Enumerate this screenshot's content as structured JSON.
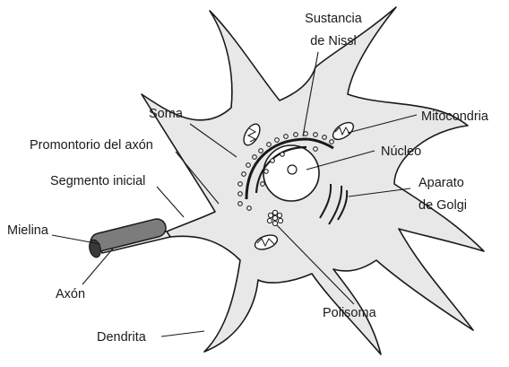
{
  "labels": {
    "sustancia_nissl_1": "Sustancia",
    "sustancia_nissl_2": "de Nissl",
    "soma": "Soma",
    "mitocondria": "Mitocondria",
    "promontorio": "Promontorio del axón",
    "nucleo": "Núcleo",
    "segmento_inicial": "Segmento inicial",
    "aparato_golgi_1": "Aparato",
    "aparato_golgi_2": "de Golgi",
    "mielina": "Mielina",
    "axon": "Axón",
    "polisoma": "Polisoma",
    "dendrita": "Dendrita"
  },
  "colors": {
    "cell_fill": "#e8e8e8",
    "outline": "#1a1a1a",
    "nucleus_fill": "#ffffff"
  }
}
